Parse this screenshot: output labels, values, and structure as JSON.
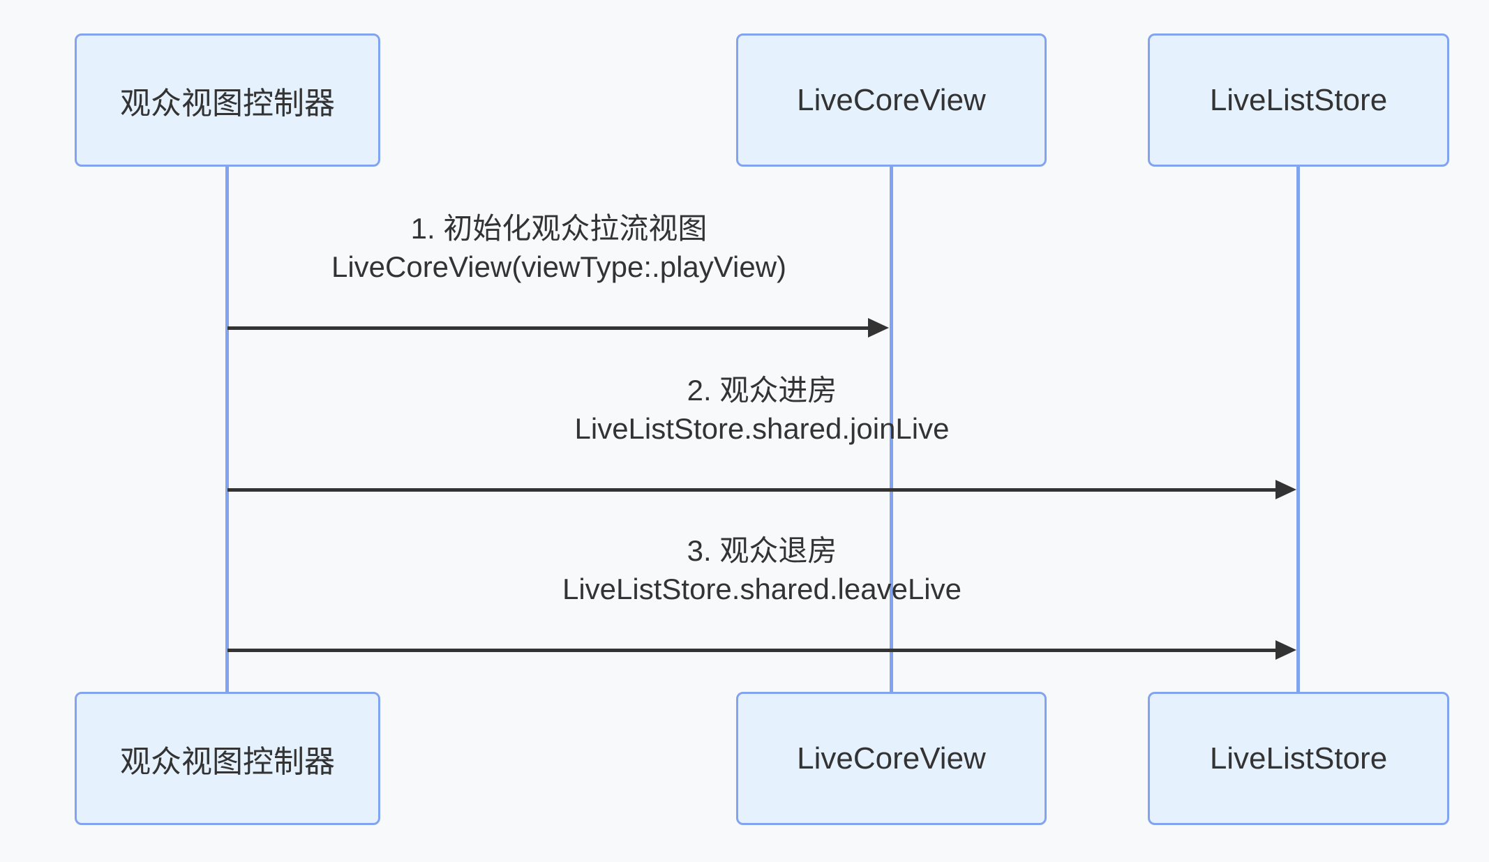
{
  "diagram": {
    "type": "sequence-diagram",
    "participants": [
      {
        "id": "viewer-view-controller",
        "label": "观众视图控制器"
      },
      {
        "id": "live-core-view",
        "label": "LiveCoreView"
      },
      {
        "id": "live-list-store",
        "label": "LiveListStore"
      }
    ],
    "messages": [
      {
        "index": 1,
        "from": "观众视图控制器",
        "to": "LiveCoreView",
        "line1": "1. 初始化观众拉流视图",
        "line2": "LiveCoreView(viewType:.playView)",
        "arrow_style": "solid-filled-head"
      },
      {
        "index": 2,
        "from": "观众视图控制器",
        "to": "LiveListStore",
        "line1": "2. 观众进房",
        "line2": "LiveListStore.shared.joinLive",
        "arrow_style": "solid-filled-head"
      },
      {
        "index": 3,
        "from": "观众视图控制器",
        "to": "LiveListStore",
        "line1": "3. 观众退房",
        "line2": "LiveListStore.shared.leaveLive",
        "arrow_style": "solid-filled-head"
      }
    ],
    "colors": {
      "background": "#f8f9fb",
      "participant_fill": "#e5f2fd",
      "participant_border": "#82a3f0",
      "lifeline": "#82a3f0",
      "arrow": "#333333",
      "text": "#333333"
    }
  }
}
